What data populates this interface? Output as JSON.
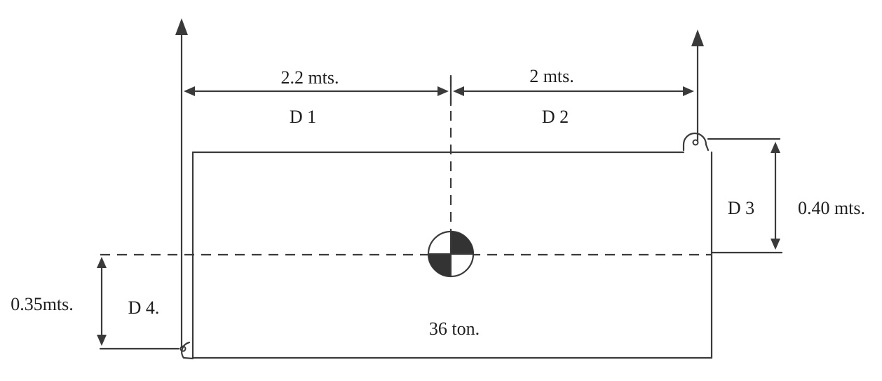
{
  "labels": {
    "dim_d1_value": "2.2 mts.",
    "dim_d1_name": "D 1",
    "dim_d2_value": "2 mts.",
    "dim_d2_name": "D 2",
    "dim_d3_name": "D 3",
    "dim_d3_value": "0.40 mts.",
    "dim_d4_name": "D 4.",
    "dim_d4_value": "0.35mts.",
    "load": "36 ton."
  },
  "colors": {
    "ink": "#3a3a3a",
    "fill_dark": "#333333",
    "background": "#ffffff"
  }
}
